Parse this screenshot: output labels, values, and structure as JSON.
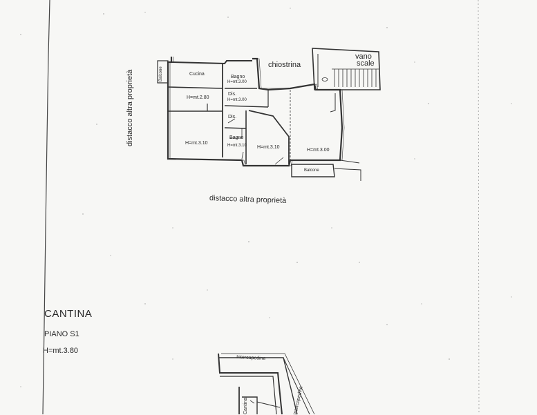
{
  "labels": {
    "chiostrina": "chiostrina",
    "vano": "vano",
    "scale": "scale",
    "cucina": "Cucina",
    "bagno1": "Bagno",
    "bagno1_h": "H=mt.3.00",
    "h280": "H=mt.2.80",
    "dis1": "Dis.",
    "dis1_h": "H=mt.3.00",
    "dis2": "Dis.",
    "h310_left": "H=mt.3.10",
    "bagno2": "Bagno",
    "bagno2_h": "H=mt.3.10",
    "h310_mid": "H=mt.3.10",
    "h300_right": "H=mt.3.00",
    "balcone": "Balcone",
    "balcone_left": "Balcone",
    "distacco_left": "distacco altra proprietà",
    "distacco_bottom": "distacco altra proprietà",
    "intercapedine_top": "Intercapedine",
    "intercapedine_side": "Intercapedine",
    "cantina_fragment": "Cantina"
  },
  "cantina": {
    "title": "CANTINA",
    "piano": "PIANO S1",
    "height": "H=mt.3.80"
  }
}
